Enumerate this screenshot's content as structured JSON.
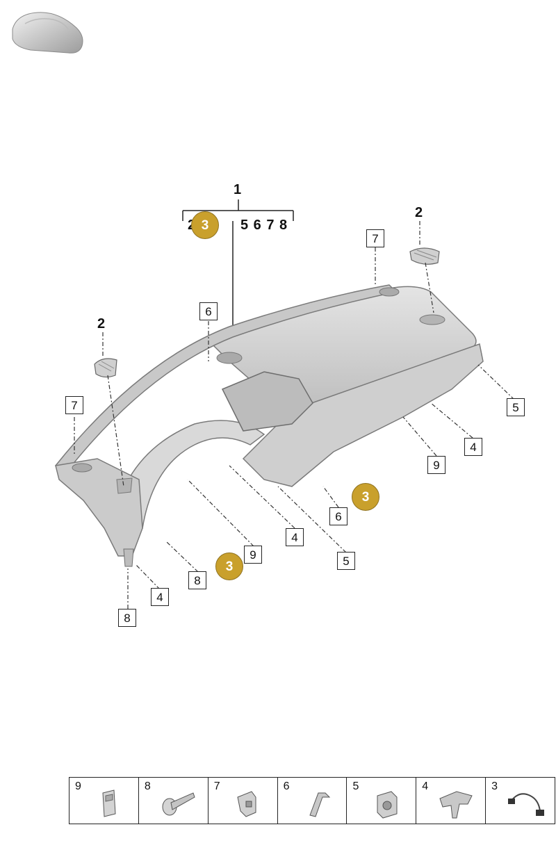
{
  "labels": {
    "assembly_number": "1",
    "vent_left": "2",
    "vent_right": "2",
    "group_left_partial": "2",
    "group_numbers": "5 6 7 8"
  },
  "callouts": {
    "c7_left": "7",
    "c7_right": "7",
    "c6_top": "6",
    "c6_mid": "6",
    "c5_right": "5",
    "c5_mid": "5",
    "c4_right": "4",
    "c4_mid": "4",
    "c4_bottom": "4",
    "c9_right": "9",
    "c9_mid": "9",
    "c8_mid": "8",
    "c8_bottom": "8"
  },
  "badges": {
    "top": "3",
    "right": "3",
    "bottom": "3"
  },
  "legend": [
    {
      "num": "9",
      "icon": "clip-icon"
    },
    {
      "num": "8",
      "icon": "screw-icon"
    },
    {
      "num": "7",
      "icon": "bracket-icon"
    },
    {
      "num": "6",
      "icon": "spring-clip-icon"
    },
    {
      "num": "5",
      "icon": "nut-clip-icon"
    },
    {
      "num": "4",
      "icon": "mounting-bracket-icon"
    },
    {
      "num": "3",
      "icon": "wiring-harness-icon"
    }
  ],
  "colors": {
    "badge": "#c9a02c",
    "part_fill": "#d6d6d6",
    "part_edge": "#7a7a7a"
  }
}
